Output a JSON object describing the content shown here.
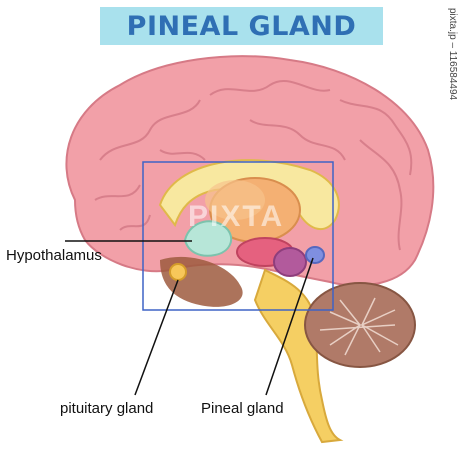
{
  "title": "PINEAL GLAND",
  "labels": {
    "hypothalamus": "Hypothalamus",
    "pituitary": "pituitary gland",
    "pineal": "Pineal gland"
  },
  "watermark": "PIXTA",
  "side_credit": "pixta.jp – 116584494",
  "colors": {
    "title_bg": "#a9e1ed",
    "title_text": "#2f6fb4",
    "cortex": "#f2a0a8",
    "cerebellum": "#b07a68",
    "brainstem": "#f5cf63",
    "hypothalamus": "#b7e6d8",
    "pineal": "#7f8fe0",
    "focus_box": "#3e63c6"
  }
}
